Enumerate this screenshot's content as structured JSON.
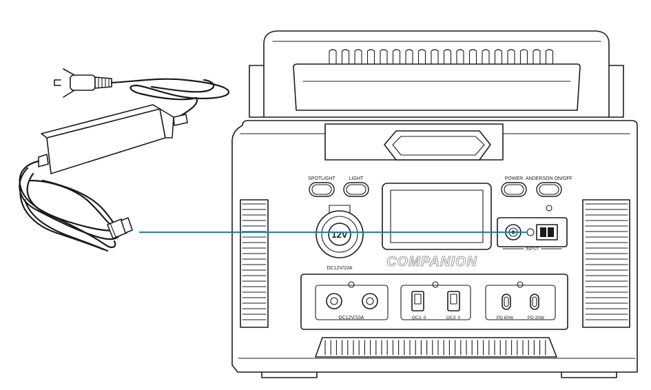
{
  "labels": {
    "spotlight": "SPOTLIGHT",
    "light": "LIGHT",
    "power": "POWER",
    "anderson": "ANDERSON ON/OFF",
    "socket_12v": "12V",
    "dc_socket": "DC12V/10A",
    "input": "INPUT",
    "brand": "COMPANION",
    "dc_outputs": "DC12V/10A",
    "qc_left": "QC3. 0",
    "qc_right": "QC3. 0",
    "pd_left": "PD 60W",
    "pd_right": "PD 20W"
  },
  "colors": {
    "callout_line": "#1f7fae",
    "outline": "#1a1a1a",
    "brand_outline": "#9a9a9a"
  },
  "icons": {
    "plug": "au-mains-plug-icon",
    "adapter": "power-adapter-brick-icon",
    "connector": "dc-barrel-connector-icon"
  }
}
